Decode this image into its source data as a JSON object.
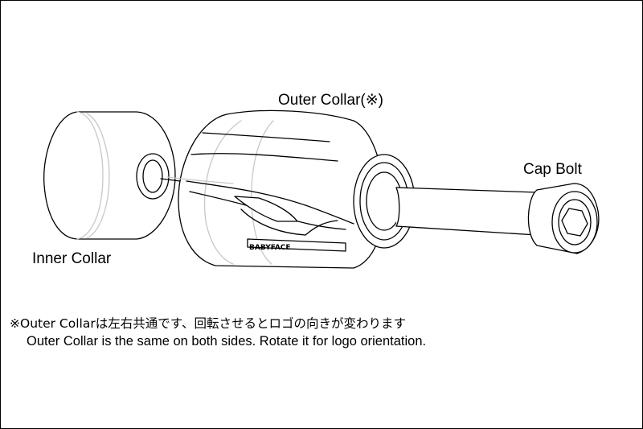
{
  "labels": {
    "outer_collar": "Outer Collar(※)",
    "cap_bolt": "Cap Bolt",
    "inner_collar": "Inner Collar"
  },
  "notes": {
    "japanese": "※Outer Collarは左右共通です、回転させるとロゴの向きが変わります",
    "english": "Outer Collar is the same on both sides. Rotate it for logo orientation."
  },
  "logo_text": "BABYFACE",
  "colors": {
    "line": "#000000",
    "hidden_line": "#b5b5b5",
    "background": "#ffffff"
  }
}
